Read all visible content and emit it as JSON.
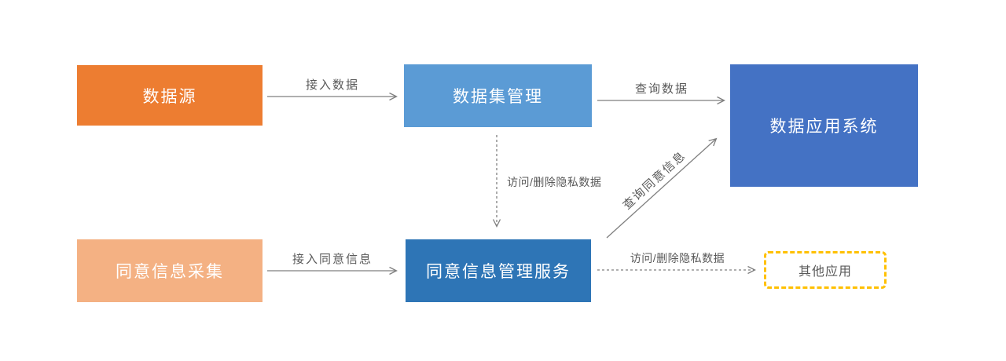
{
  "diagram": {
    "nodes": {
      "data_source": {
        "label": "数据源",
        "fill": "#ED7D31",
        "text_color": "#FFFFFF"
      },
      "dataset_management": {
        "label": "数据集管理",
        "fill": "#5B9BD5",
        "text_color": "#FFFFFF"
      },
      "data_application_system": {
        "label": "数据应用系统",
        "fill": "#4472C4",
        "text_color": "#FFFFFF"
      },
      "consent_collection": {
        "label": "同意信息采集",
        "fill": "#F4B183",
        "text_color": "#FFFFFF"
      },
      "consent_management_service": {
        "label": "同意信息管理服务",
        "fill": "#2E75B6",
        "text_color": "#FFFFFF"
      },
      "other_applications": {
        "label": "其他应用",
        "fill": "#FFFFFF",
        "border_color": "#FFC000",
        "text_color": "#595959"
      }
    },
    "edges": {
      "access_data": {
        "label": "接入数据",
        "from": "数据源",
        "to": "数据集管理",
        "style": "solid"
      },
      "query_data": {
        "label": "查询数据",
        "from": "数据集管理",
        "to": "数据应用系统",
        "style": "solid"
      },
      "access_delete_private_data_down": {
        "label": "访问/删除隐私数据",
        "from": "数据集管理",
        "to": "同意信息管理服务",
        "style": "dashed"
      },
      "access_consent_info": {
        "label": "接入同意信息",
        "from": "同意信息采集",
        "to": "同意信息管理服务",
        "style": "solid"
      },
      "query_consent_info": {
        "label": "查询同意信息",
        "from": "同意信息管理服务",
        "to": "数据应用系统",
        "style": "solid"
      },
      "access_delete_private_data_right": {
        "label": "访问/删除隐私数据",
        "from": "同意信息管理服务",
        "to": "其他应用",
        "style": "dashed"
      }
    },
    "colors": {
      "background": "#FFFFFF",
      "arrow_line": "#7F7F7F",
      "edge_label": "#595959"
    }
  }
}
